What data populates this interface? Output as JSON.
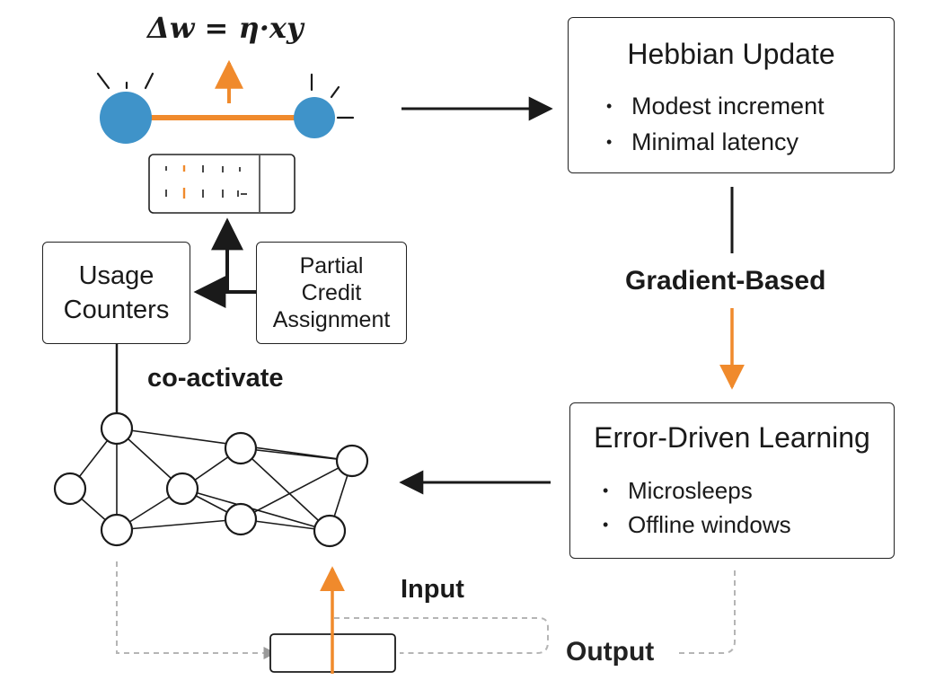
{
  "formula": "Δw = η·xy",
  "hebbian": {
    "title": "Hebbian Update",
    "bullets": [
      "Modest increment",
      "Minimal latency"
    ]
  },
  "gradient_label": "Gradient-Based",
  "error_driven": {
    "title": "Error-Driven Learning",
    "bullets": [
      "Microsleeps",
      "Offline windows"
    ]
  },
  "usage_counters": {
    "line1": "Usage",
    "line2": "Counters"
  },
  "partial_credit": {
    "line1": "Partial",
    "line2": "Credit",
    "line3": "Assignment"
  },
  "coactivate_label": "co-activate",
  "input_label": "Input",
  "output_label": "Output",
  "colors": {
    "accent_orange": "#f08a2c",
    "neuron_blue": "#3f93c9",
    "line_dark": "#1a1a1a",
    "dashed_gray": "#b5b5b5"
  }
}
